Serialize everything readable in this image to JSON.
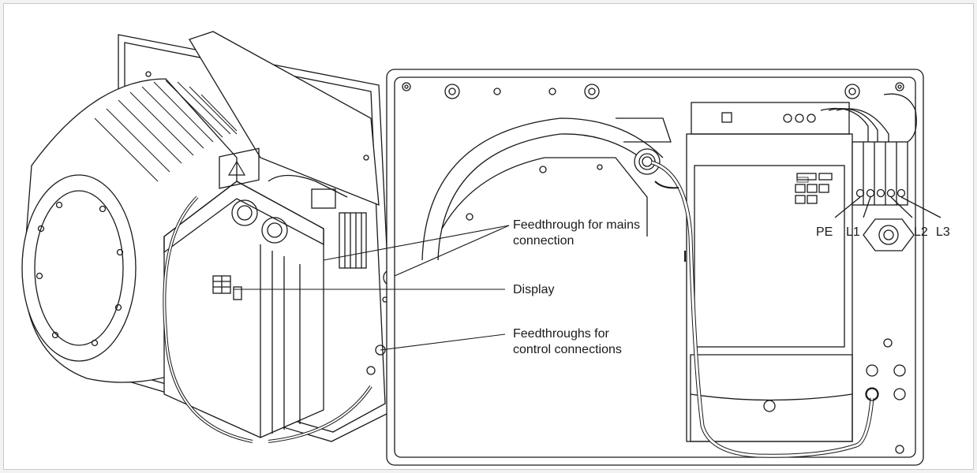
{
  "callouts": {
    "mains": [
      "Feedthrough for mains",
      "connection"
    ],
    "display": "Display",
    "control": [
      "Feedthroughs for",
      "control connections"
    ]
  },
  "terminals": [
    "PE",
    "L1",
    "L2",
    "L3"
  ],
  "colors": {
    "line": "#1a1a1a",
    "background": "#ffffff",
    "frame": "#c8c8c8"
  }
}
